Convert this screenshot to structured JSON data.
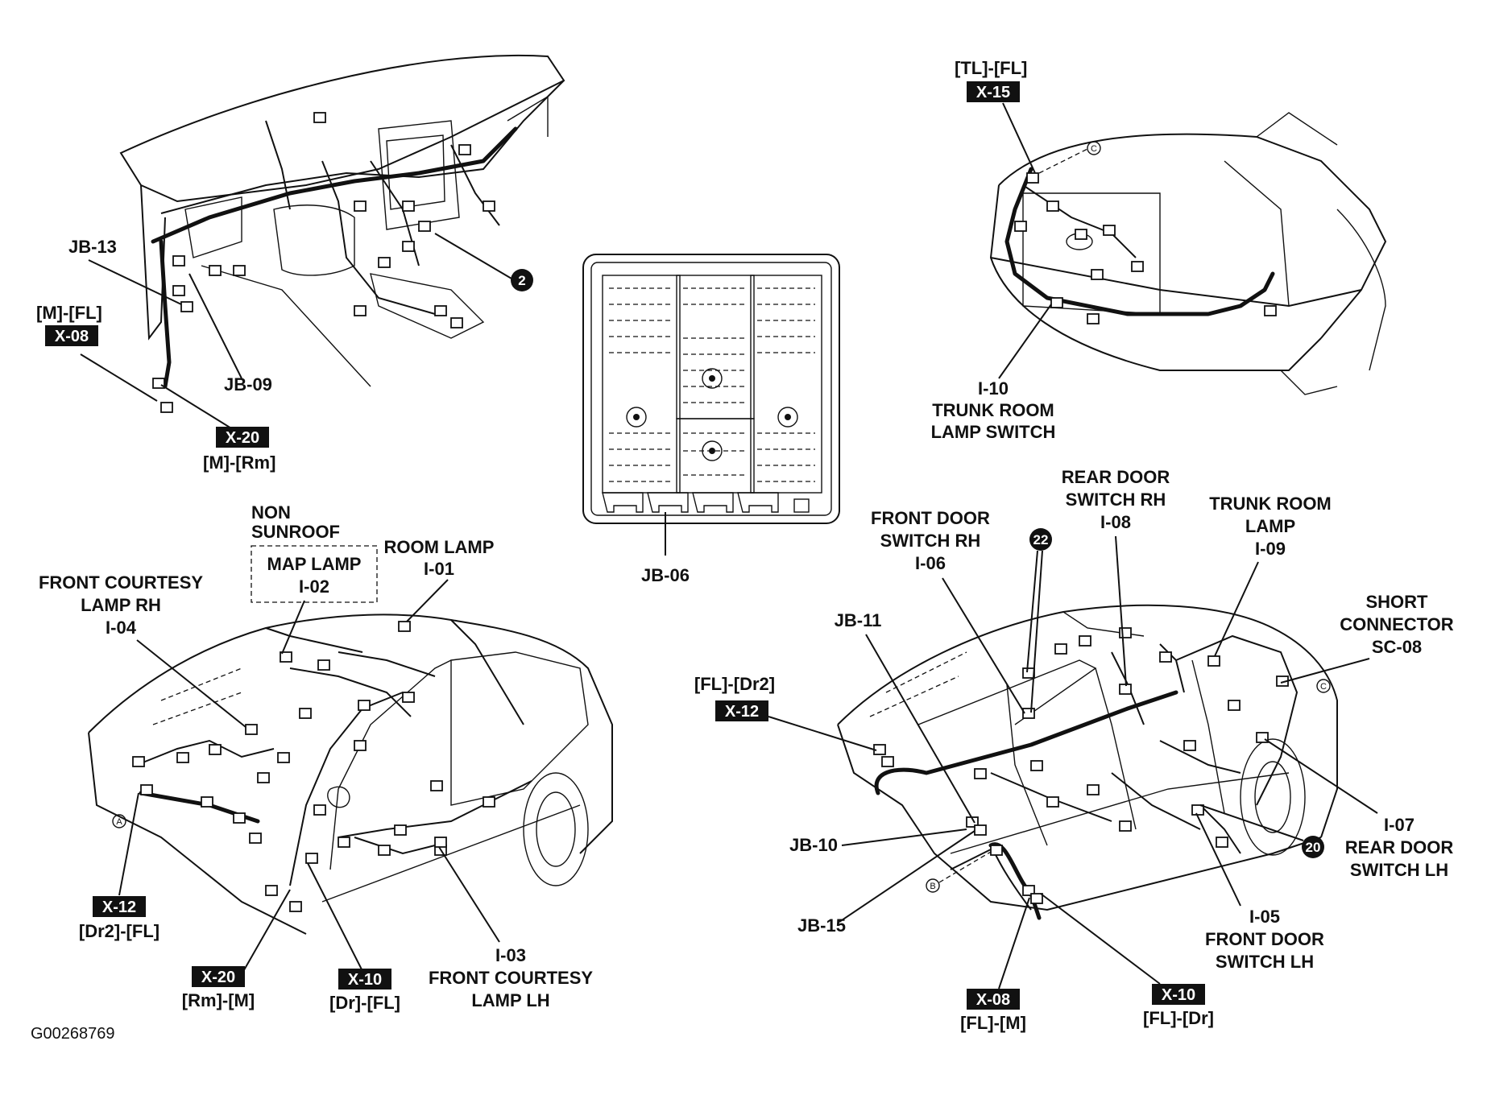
{
  "figure_id": "G00268769",
  "dashboard": {
    "jb13": "JB-13",
    "x08_loc": "[M]-[FL]",
    "x08": "X-08",
    "jb09": "JB-09",
    "x20": "X-20",
    "x20_loc": "[M]-[Rm]",
    "ground": "2"
  },
  "trunk": {
    "x15_loc": "[TL]-[FL]",
    "x15": "X-15",
    "ref": "C",
    "i10_code": "I-10",
    "i10_l1": "TRUNK ROOM",
    "i10_l2": "LAMP SWITCH"
  },
  "junction_box": {
    "label": "JB-06"
  },
  "left_car": {
    "non_sunroof_l1": "NON",
    "non_sunroof_l2": "SUNROOF",
    "map_lamp": "MAP LAMP",
    "map_lamp_code": "I-02",
    "room_lamp": "ROOM LAMP",
    "room_lamp_code": "I-01",
    "fcl_rh_l1": "FRONT COURTESY",
    "fcl_rh_l2": "LAMP RH",
    "fcl_rh_code": "I-04",
    "ref_a": "A",
    "x12": "X-12",
    "x12_loc": "[Dr2]-[FL]",
    "x20": "X-20",
    "x20_loc": "[Rm]-[M]",
    "x10": "X-10",
    "x10_loc": "[Dr]-[FL]",
    "fcl_lh_code": "I-03",
    "fcl_lh_l1": "FRONT COURTESY",
    "fcl_lh_l2": "LAMP LH"
  },
  "right_car": {
    "fds_rh_l1": "FRONT DOOR",
    "fds_rh_l2": "SWITCH RH",
    "fds_rh_code": "I-06",
    "ground22": "22",
    "rds_rh_l1": "REAR DOOR",
    "rds_rh_l2": "SWITCH RH",
    "rds_rh_code": "I-08",
    "trl_l1": "TRUNK ROOM",
    "trl_l2": "LAMP",
    "trl_code": "I-09",
    "short_l1": "SHORT",
    "short_l2": "CONNECTOR",
    "short_code": "SC-08",
    "ref_c": "C",
    "jb11": "JB-11",
    "x12_loc": "[FL]-[Dr2]",
    "x12": "X-12",
    "jb10": "JB-10",
    "ref_b": "B",
    "jb15": "JB-15",
    "ground20": "20",
    "rds_lh_code": "I-07",
    "rds_lh_l1": "REAR DOOR",
    "rds_lh_l2": "SWITCH LH",
    "fds_lh_code": "I-05",
    "fds_lh_l1": "FRONT DOOR",
    "fds_lh_l2": "SWITCH LH",
    "x08": "X-08",
    "x08_loc": "[FL]-[M]",
    "x10": "X-10",
    "x10_loc": "[FL]-[Dr]"
  }
}
